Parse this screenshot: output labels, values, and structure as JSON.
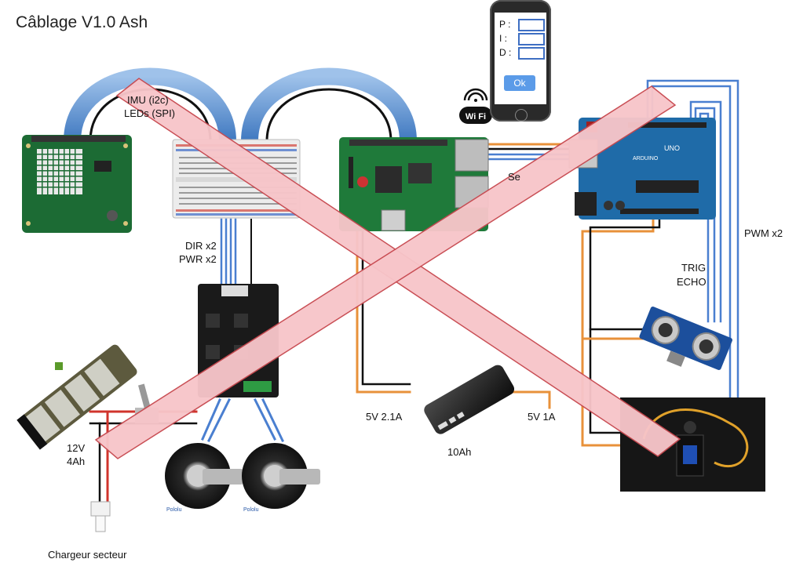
{
  "title": "Câblage V1.0 Ash",
  "labels": {
    "imu": "IMU (i2c)",
    "leds": "LEDs (SPI)",
    "dir": "DIR x2",
    "pwr": "PWR x2",
    "serial_partial": "Se",
    "pwm": "PWM x2",
    "trig": "TRIG",
    "echo": "ECHO",
    "v5_21": "5V 2.1A",
    "v5_1": "5V 1A",
    "cap_powerbank": "10Ah",
    "batt_v": "12V",
    "batt_ah": "4Ah",
    "charger": "Chargeur secteur",
    "pololu_1": "Pololu",
    "pololu_2": "Pololu",
    "arduino_uno": "UNO",
    "arduino": "ARDUINO"
  },
  "phone": {
    "fields": [
      "P :",
      "I :",
      "D :"
    ],
    "ok_label": "Ok"
  },
  "wifi_label": "Wi Fi",
  "colors": {
    "cross_fill": "#f7c5c9",
    "cross_stroke": "#c7484f",
    "wire_blue": "#4a7fd0",
    "wire_orange": "#e8913a",
    "wire_black": "#111111",
    "arc_blue": "#6f9fd8",
    "pcb_green": "#1c6b34",
    "arduino_blue": "#1f6ba8",
    "board_black": "#1a1a1a"
  }
}
